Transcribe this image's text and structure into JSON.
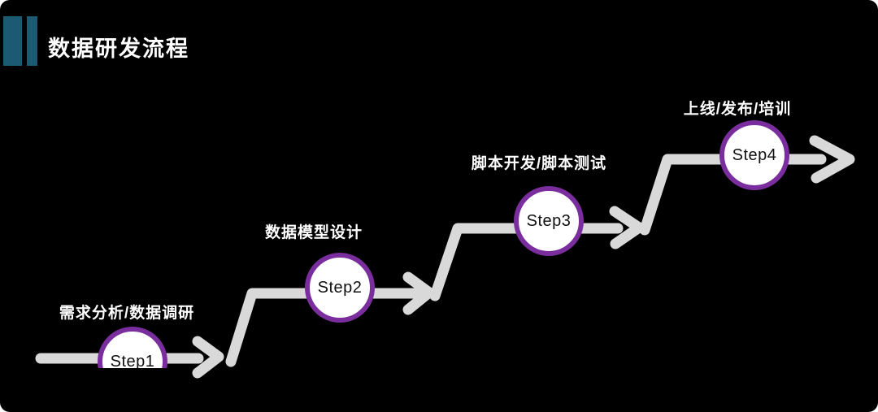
{
  "title": {
    "text": "数据研发流程"
  },
  "steps": [
    {
      "id": "Step1",
      "label": "需求分析/数据调研"
    },
    {
      "id": "Step2",
      "label": "数据模型设计"
    },
    {
      "id": "Step3",
      "label": "脚本开发/脚本测试"
    },
    {
      "id": "Step4",
      "label": "上线/发布/培训"
    }
  ],
  "colors": {
    "background": "#000000",
    "line": "#d9d9d9",
    "circle_border": "#7a2d9c",
    "circle_fill": "#ffffff",
    "accent_bar": "#1c5972",
    "label_text": "#ffffff",
    "step_text": "#111111"
  }
}
